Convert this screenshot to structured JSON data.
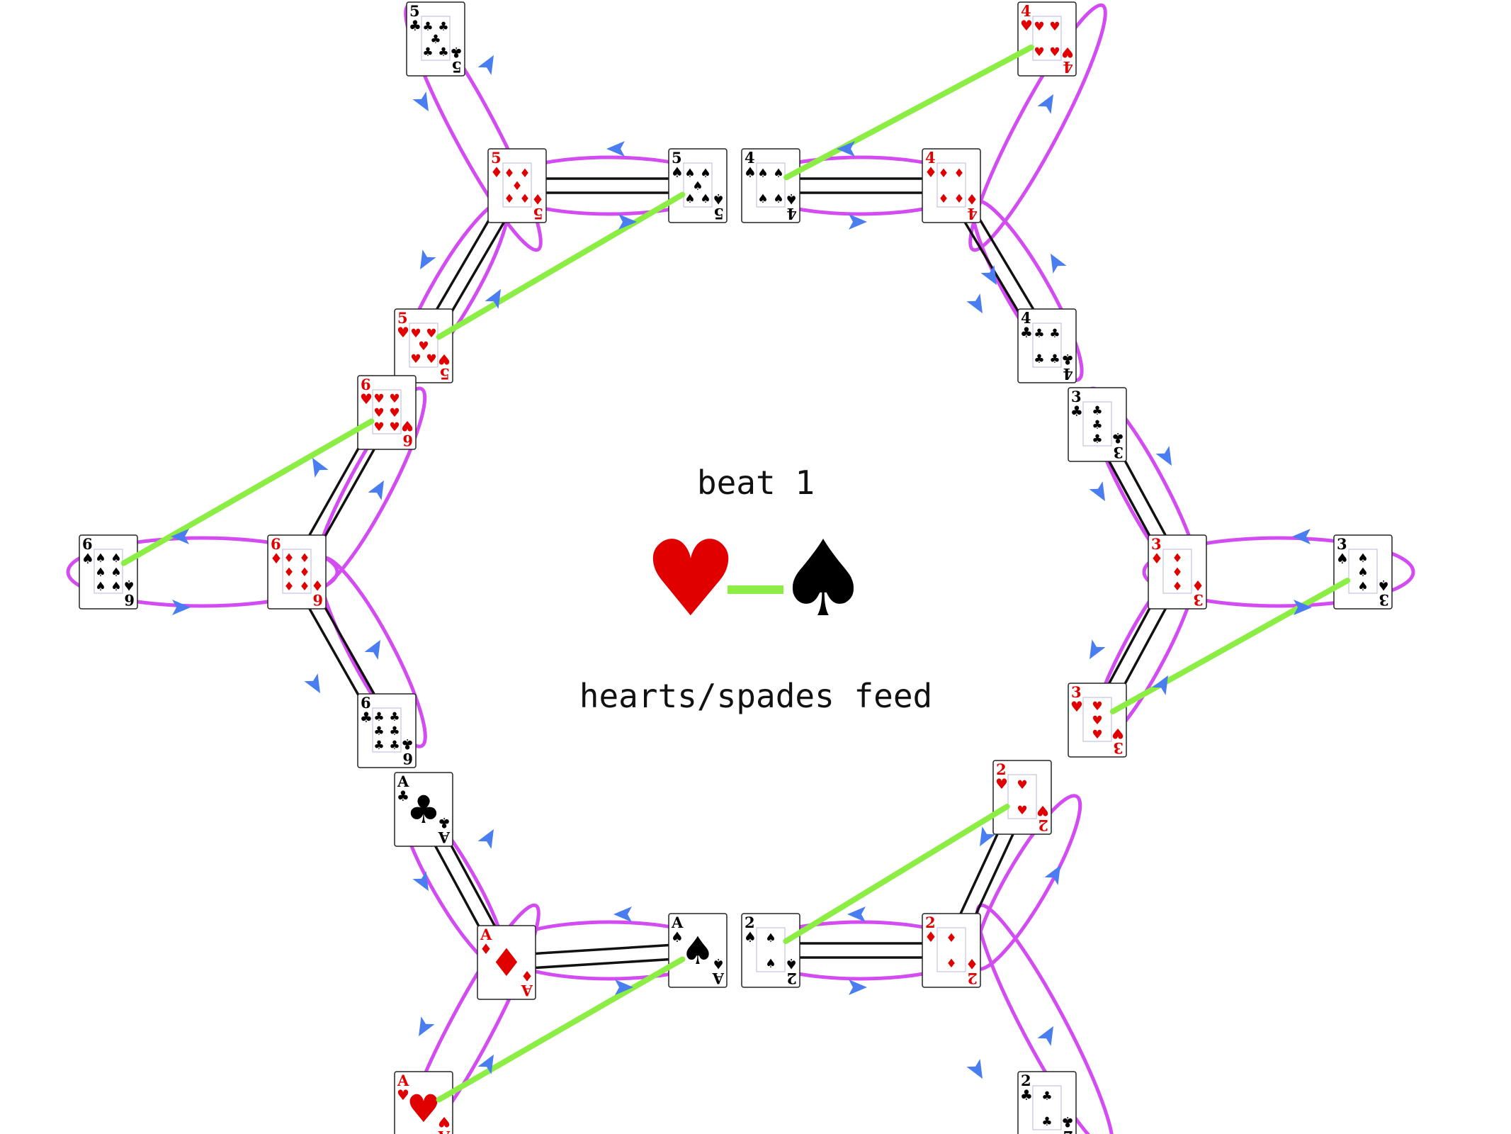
{
  "title": "beat 1",
  "subtitle": "hearts/spades feed",
  "legend": {
    "left_suit": "♥",
    "right_suit": "♠",
    "left_color": "#e00000",
    "right_color": "#000000",
    "link_color": "#8cee45"
  },
  "colors": {
    "loop": "#d24cf2",
    "arrow": "#4a7ef0",
    "bar": "#111111",
    "feed": "#8cee45",
    "red": "#e00000",
    "black": "#000000"
  },
  "cards": [
    {
      "id": "5c",
      "rank": "5",
      "suit": "♣",
      "red": false
    },
    {
      "id": "4h",
      "rank": "4",
      "suit": "♥",
      "red": true
    },
    {
      "id": "5d",
      "rank": "5",
      "suit": "♦",
      "red": true
    },
    {
      "id": "5s",
      "rank": "5",
      "suit": "♠",
      "red": false
    },
    {
      "id": "4s",
      "rank": "4",
      "suit": "♠",
      "red": false
    },
    {
      "id": "4d",
      "rank": "4",
      "suit": "♦",
      "red": true
    },
    {
      "id": "5h",
      "rank": "5",
      "suit": "♥",
      "red": true
    },
    {
      "id": "4c",
      "rank": "4",
      "suit": "♣",
      "red": false
    },
    {
      "id": "6h",
      "rank": "6",
      "suit": "♥",
      "red": true
    },
    {
      "id": "3c",
      "rank": "3",
      "suit": "♣",
      "red": false
    },
    {
      "id": "6s",
      "rank": "6",
      "suit": "♠",
      "red": false
    },
    {
      "id": "6d",
      "rank": "6",
      "suit": "♦",
      "red": true
    },
    {
      "id": "3d",
      "rank": "3",
      "suit": "♦",
      "red": true
    },
    {
      "id": "3s",
      "rank": "3",
      "suit": "♠",
      "red": false
    },
    {
      "id": "6c",
      "rank": "6",
      "suit": "♣",
      "red": false
    },
    {
      "id": "3h",
      "rank": "3",
      "suit": "♥",
      "red": true
    },
    {
      "id": "ac",
      "rank": "A",
      "suit": "♣",
      "red": false
    },
    {
      "id": "2h",
      "rank": "2",
      "suit": "♥",
      "red": true
    },
    {
      "id": "as",
      "rank": "A",
      "suit": "♠",
      "red": false
    },
    {
      "id": "2s",
      "rank": "2",
      "suit": "♠",
      "red": false
    },
    {
      "id": "ad",
      "rank": "A",
      "suit": "♦",
      "red": true
    },
    {
      "id": "2d",
      "rank": "2",
      "suit": "♦",
      "red": true
    },
    {
      "id": "ah",
      "rank": "A",
      "suit": "♥",
      "red": true
    },
    {
      "id": "2c",
      "rank": "2",
      "suit": "♣",
      "red": false
    }
  ],
  "bars": [
    [
      "5d",
      "5s"
    ],
    [
      "4s",
      "4d"
    ],
    [
      "5d",
      "5h"
    ],
    [
      "6h",
      "6d"
    ],
    [
      "6d",
      "6c"
    ],
    [
      "ac",
      "ad"
    ],
    [
      "ad",
      "as"
    ],
    [
      "2s",
      "2d"
    ],
    [
      "2d",
      "2h"
    ],
    [
      "3h",
      "3d"
    ],
    [
      "3d",
      "3c"
    ],
    [
      "4c",
      "4d"
    ]
  ],
  "feeds": [
    [
      "5s",
      "5h"
    ],
    [
      "4h",
      "4s"
    ],
    [
      "6h",
      "6s"
    ],
    [
      "3s",
      "3h"
    ],
    [
      "2h",
      "2s"
    ],
    [
      "as",
      "ah"
    ]
  ]
}
